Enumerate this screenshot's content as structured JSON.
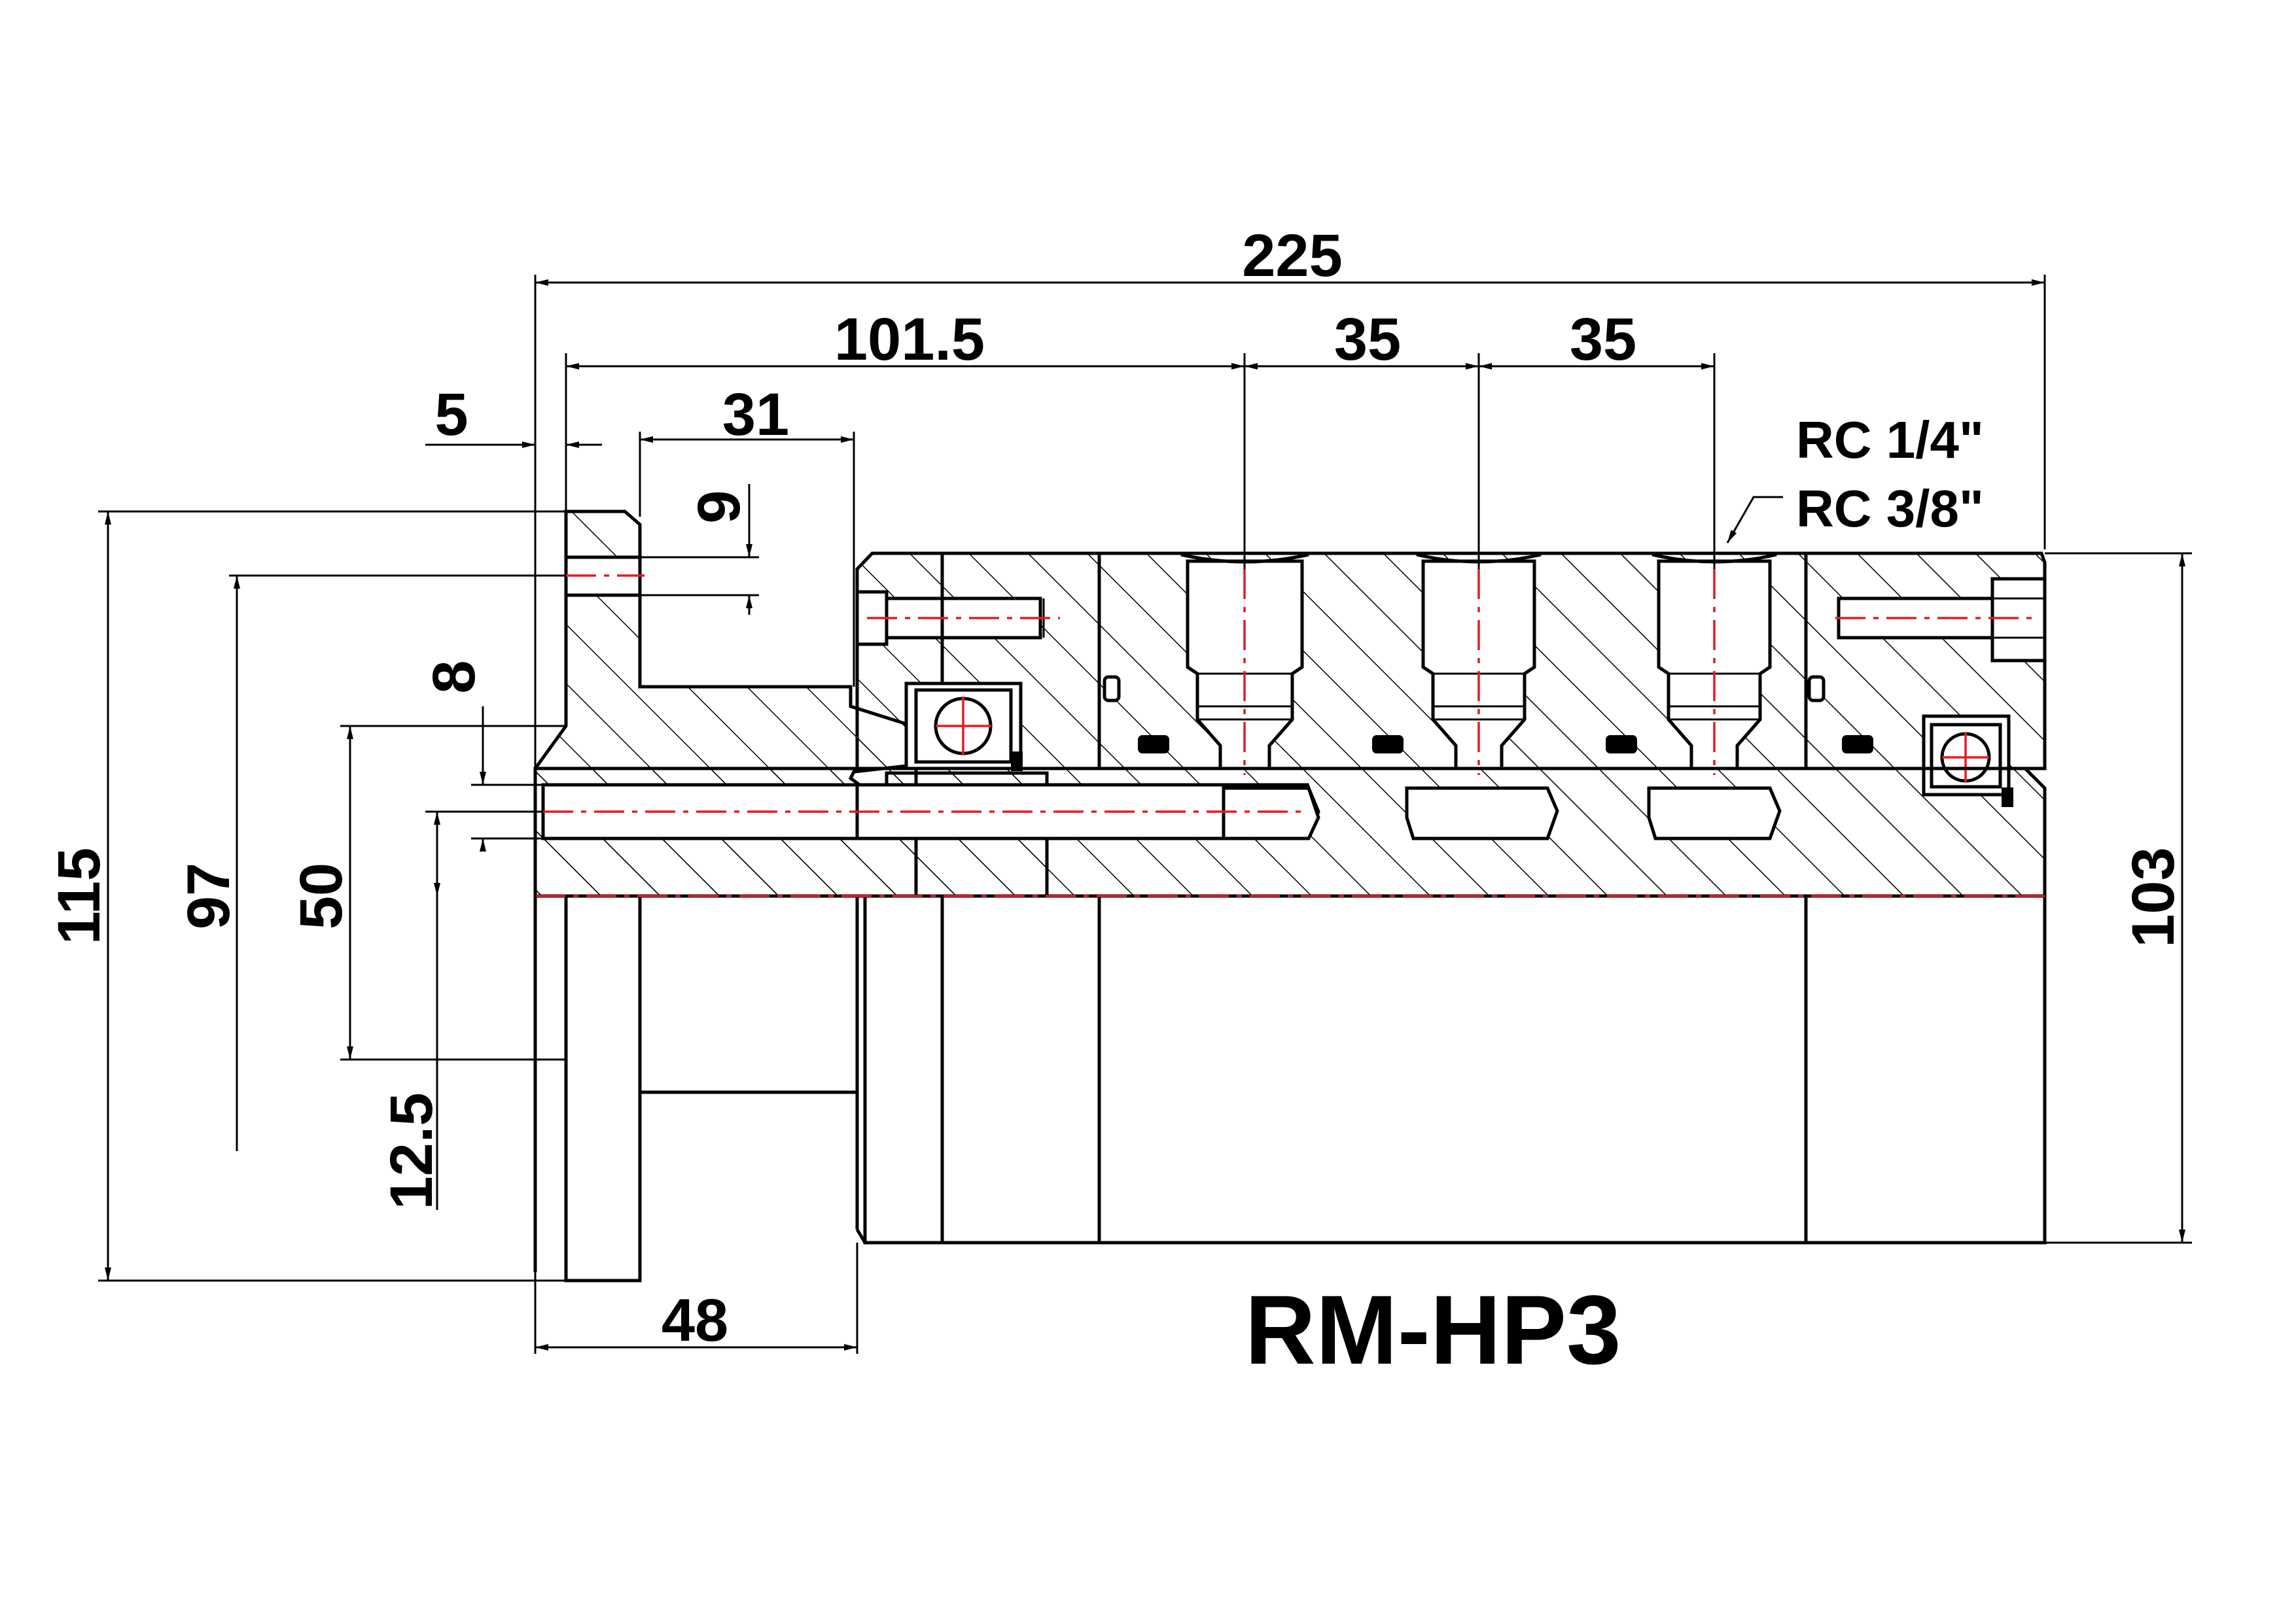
{
  "title": "RM-HP3",
  "dimensions": {
    "overall_length": "225",
    "port1_position": "101.5",
    "port_pitch_1": "35",
    "port_pitch_2": "35",
    "flange_gap": "5",
    "flange_offset": "31",
    "bolt_hole": "9",
    "shaft_bore": "8",
    "flange_diameter": "115",
    "bolt_circle": "97",
    "shaft_diameter": "50",
    "shaft_radius_step": "12.5",
    "flange_length": "48",
    "body_diameter": "103"
  },
  "port_labels": {
    "thread_small": "RC 1/4\"",
    "thread_large": "RC 3/8\""
  },
  "colors": {
    "outline": "#000000",
    "centerline": "#e41b23",
    "background": "#ffffff"
  }
}
